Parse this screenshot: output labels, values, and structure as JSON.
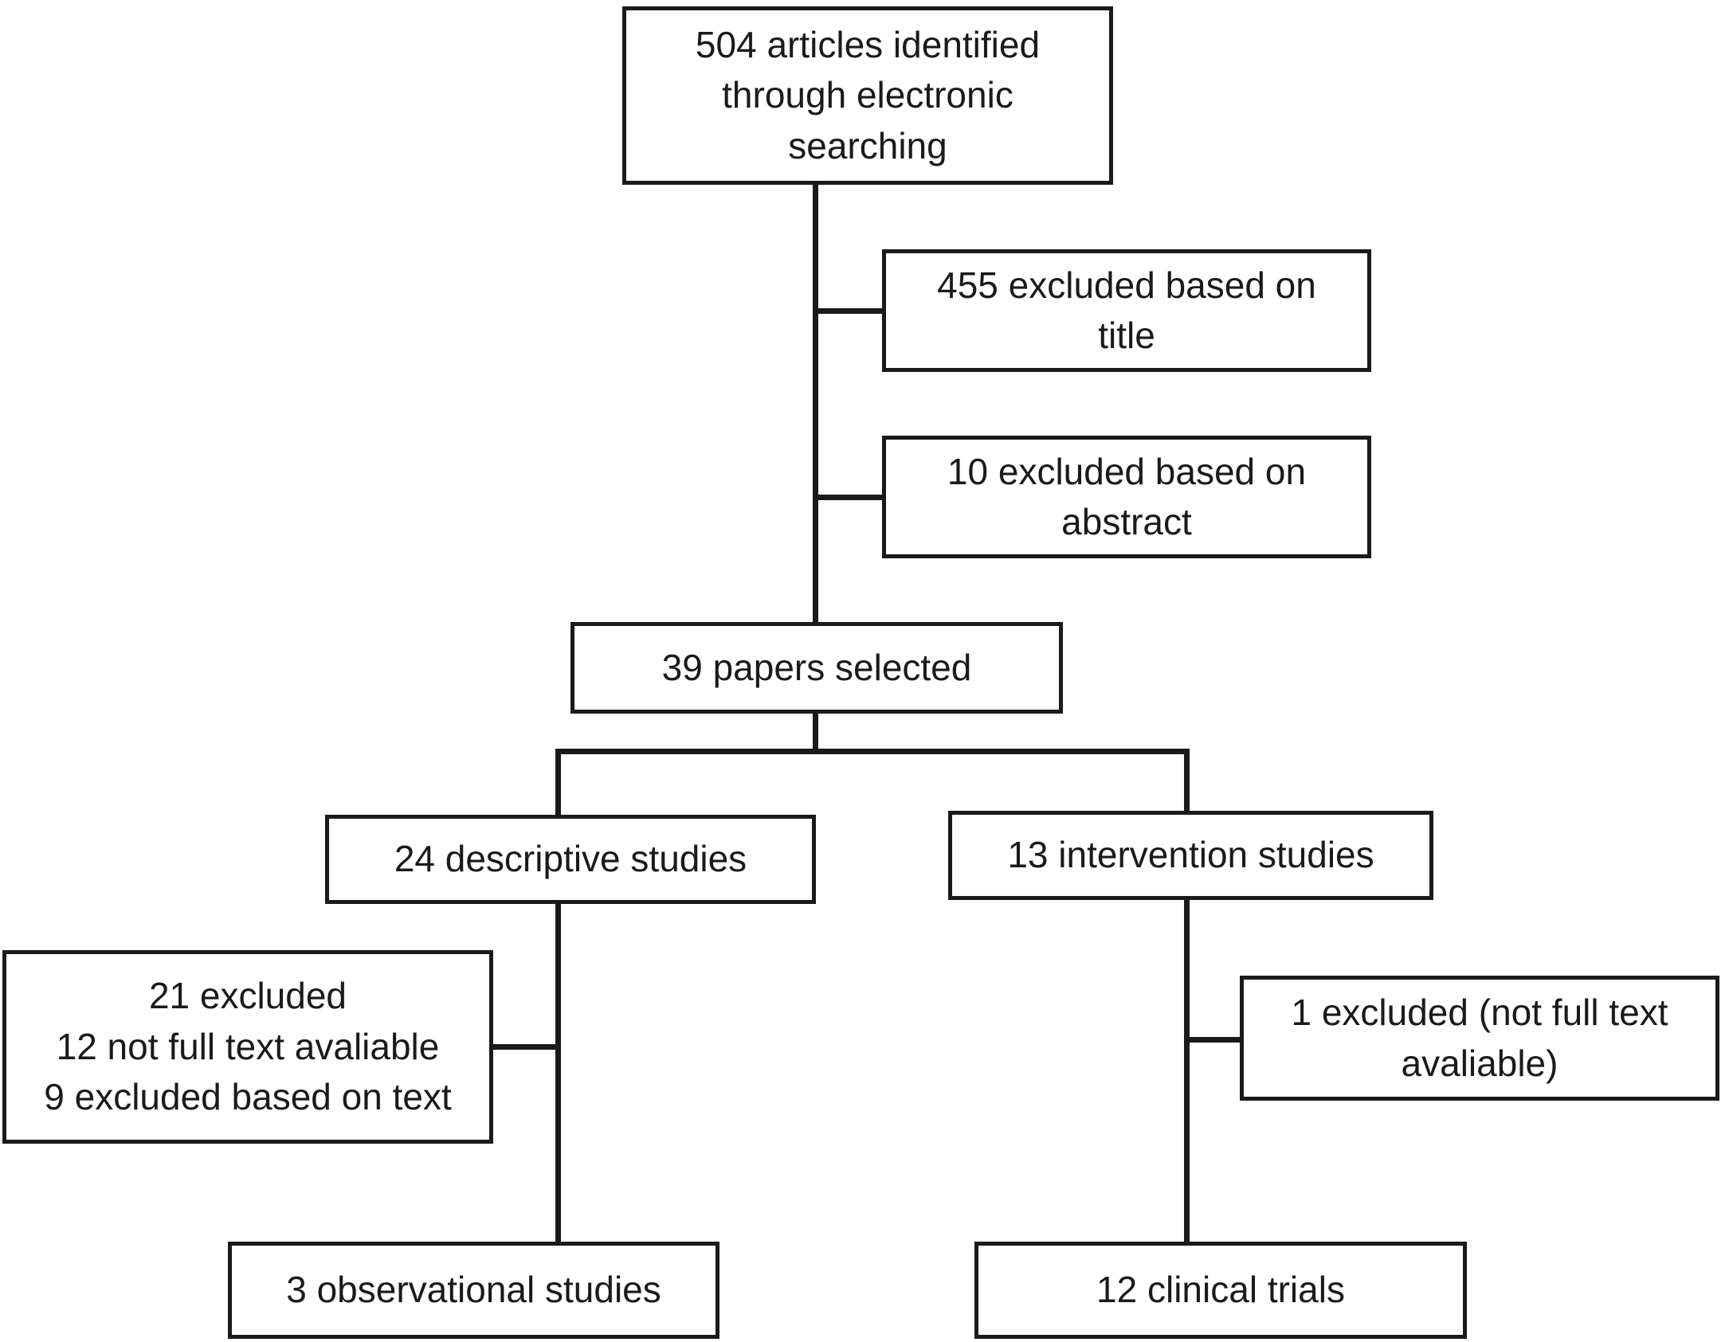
{
  "figure": {
    "background_color": "#ffffff",
    "ink_color": "#1a1a1a"
  },
  "nodes": {
    "identified": {
      "label": "504 articles identified\nthrough electronic\nsearching"
    },
    "excluded_title": {
      "label": "455 excluded based on\ntitle"
    },
    "excluded_abstract": {
      "label": "10 excluded based on\nabstract"
    },
    "selected": {
      "label": "39 papers selected"
    },
    "descriptive": {
      "label": "24 descriptive studies"
    },
    "intervention": {
      "label": "13 intervention studies"
    },
    "excluded_descriptive": {
      "label": "21 excluded\n12 not full text avaliable\n9 excluded based on text"
    },
    "excluded_intervention": {
      "label": "1 excluded (not full text\navaliable)"
    },
    "observational": {
      "label": "3 observational studies"
    },
    "clinical_trials": {
      "label": "12 clinical trials"
    }
  },
  "edges": [
    {
      "from": "identified",
      "to": "excluded_title",
      "type": "exclusion"
    },
    {
      "from": "identified",
      "to": "excluded_abstract",
      "type": "exclusion"
    },
    {
      "from": "identified",
      "to": "selected",
      "type": "flow"
    },
    {
      "from": "selected",
      "to": "descriptive",
      "type": "flow"
    },
    {
      "from": "selected",
      "to": "intervention",
      "type": "flow"
    },
    {
      "from": "descriptive",
      "to": "excluded_descriptive",
      "type": "exclusion"
    },
    {
      "from": "descriptive",
      "to": "observational",
      "type": "flow"
    },
    {
      "from": "intervention",
      "to": "excluded_intervention",
      "type": "exclusion"
    },
    {
      "from": "intervention",
      "to": "clinical_trials",
      "type": "flow"
    }
  ]
}
